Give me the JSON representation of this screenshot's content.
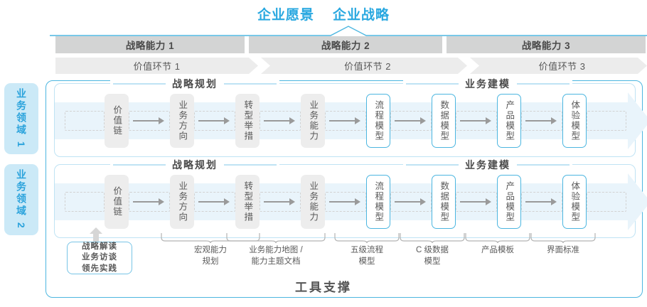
{
  "header": {
    "titles": [
      "企业愿景",
      "企业战略"
    ]
  },
  "capability_row": [
    {
      "label": "战略能力 1"
    },
    {
      "label": "战略能力 2"
    },
    {
      "label": "战略能力 3"
    }
  ],
  "value_row": [
    {
      "label": "价值环节 1"
    },
    {
      "label": "价值环节 2"
    },
    {
      "label": "价值环节 3"
    }
  ],
  "domains": [
    {
      "tag": "业务领域 1",
      "sections": [
        {
          "title": "战略规划"
        },
        {
          "title": "业务建模"
        }
      ],
      "nodes": [
        {
          "label": "价值链",
          "style": "gray"
        },
        {
          "label": "业务方向",
          "style": "gray"
        },
        {
          "label": "转型举措",
          "style": "gray"
        },
        {
          "label": "业务能力",
          "style": "gray"
        },
        {
          "label": "流程模型",
          "style": "blue"
        },
        {
          "label": "数据模型",
          "style": "blue"
        },
        {
          "label": "产品模型",
          "style": "blue"
        },
        {
          "label": "体验模型",
          "style": "blue"
        }
      ]
    },
    {
      "tag": "业务领域 2",
      "sections": [
        {
          "title": "战略规划"
        },
        {
          "title": "业务建模"
        }
      ],
      "nodes": [
        {
          "label": "价值链",
          "style": "gray"
        },
        {
          "label": "业务方向",
          "style": "gray"
        },
        {
          "label": "转型举措",
          "style": "gray"
        },
        {
          "label": "业务能力",
          "style": "gray"
        },
        {
          "label": "流程模型",
          "style": "blue"
        },
        {
          "label": "数据模型",
          "style": "blue"
        },
        {
          "label": "产品模型",
          "style": "blue"
        },
        {
          "label": "体验模型",
          "style": "blue"
        }
      ]
    }
  ],
  "tool_support": {
    "title": "工具支撑",
    "input_box": [
      "战略解读",
      "业务访谈",
      "领先实践"
    ],
    "labels": [
      {
        "line1": "宏观能力",
        "line2": "规划"
      },
      {
        "line1": "业务能力地图 /",
        "line2": "能力主题文档"
      },
      {
        "line1": "五级流程",
        "line2": "模型"
      },
      {
        "line1": "C 级数据",
        "line2": "模型"
      },
      {
        "line1": "产品模板",
        "line2": ""
      },
      {
        "line1": "界面标准",
        "line2": ""
      }
    ]
  },
  "colors": {
    "accent_blue": "#29a8e0",
    "band_blue": "#e9f4fb",
    "tag_blue": "#cbe9f7",
    "cap_gray": "#d3d4d4",
    "val_gray": "#ececec",
    "node_gray": "#ededed"
  }
}
